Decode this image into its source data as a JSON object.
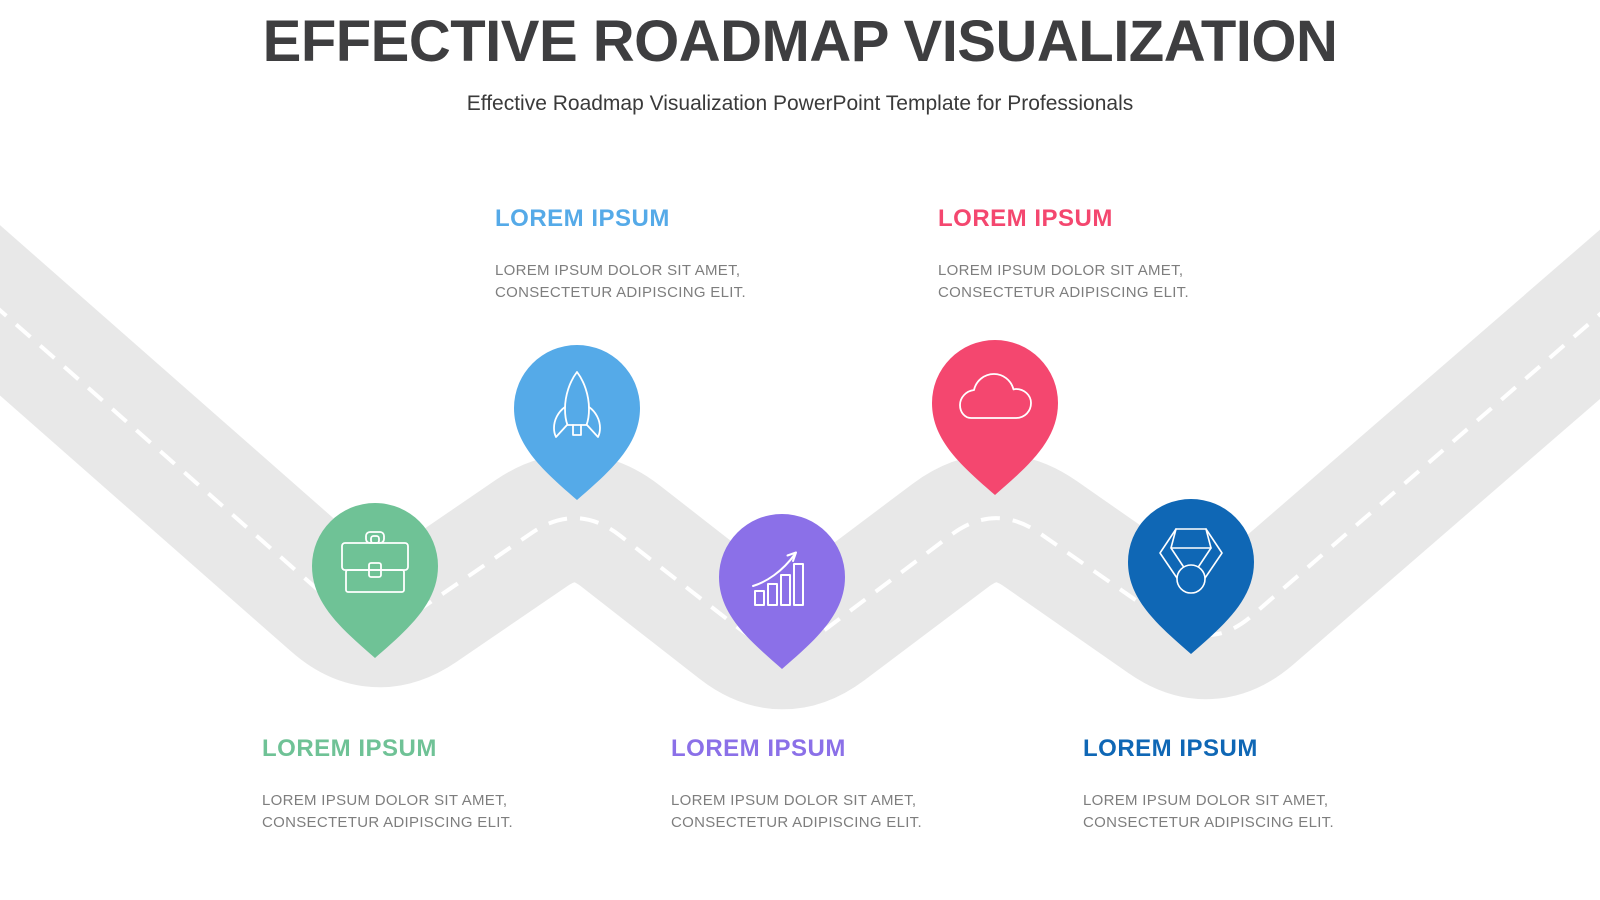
{
  "slide": {
    "title": "EFFECTIVE ROADMAP VISUALIZATION",
    "subtitle": "Effective Roadmap Visualization PowerPoint Template for Professionals"
  },
  "road": {
    "color": "#E8E8E8",
    "centerline_color": "#FFFFFF"
  },
  "milestones": [
    {
      "heading": "LOREM IPSUM",
      "line1": "LOREM IPSUM DOLOR SIT AMET,",
      "line2": "CONSECTETUR ADIPISCING ELIT.",
      "color": "#6FC296",
      "icon": "briefcase-icon",
      "label_position": "bottom"
    },
    {
      "heading": "LOREM IPSUM",
      "line1": "LOREM IPSUM DOLOR SIT AMET,",
      "line2": "CONSECTETUR ADIPISCING ELIT.",
      "color": "#55AAE8",
      "icon": "rocket-icon",
      "label_position": "top"
    },
    {
      "heading": "LOREM IPSUM",
      "line1": "LOREM IPSUM DOLOR SIT AMET,",
      "line2": "CONSECTETUR ADIPISCING ELIT.",
      "color": "#8B70E8",
      "icon": "growth-chart-icon",
      "label_position": "bottom"
    },
    {
      "heading": "LOREM IPSUM",
      "line1": "LOREM IPSUM DOLOR SIT AMET,",
      "line2": "CONSECTETUR ADIPISCING ELIT.",
      "color": "#F4476F",
      "icon": "cloud-icon",
      "label_position": "top"
    },
    {
      "heading": "LOREM IPSUM",
      "line1": "LOREM IPSUM DOLOR SIT AMET,",
      "line2": "CONSECTETUR ADIPISCING ELIT.",
      "color": "#0F67B5",
      "icon": "medal-icon",
      "label_position": "bottom"
    }
  ]
}
